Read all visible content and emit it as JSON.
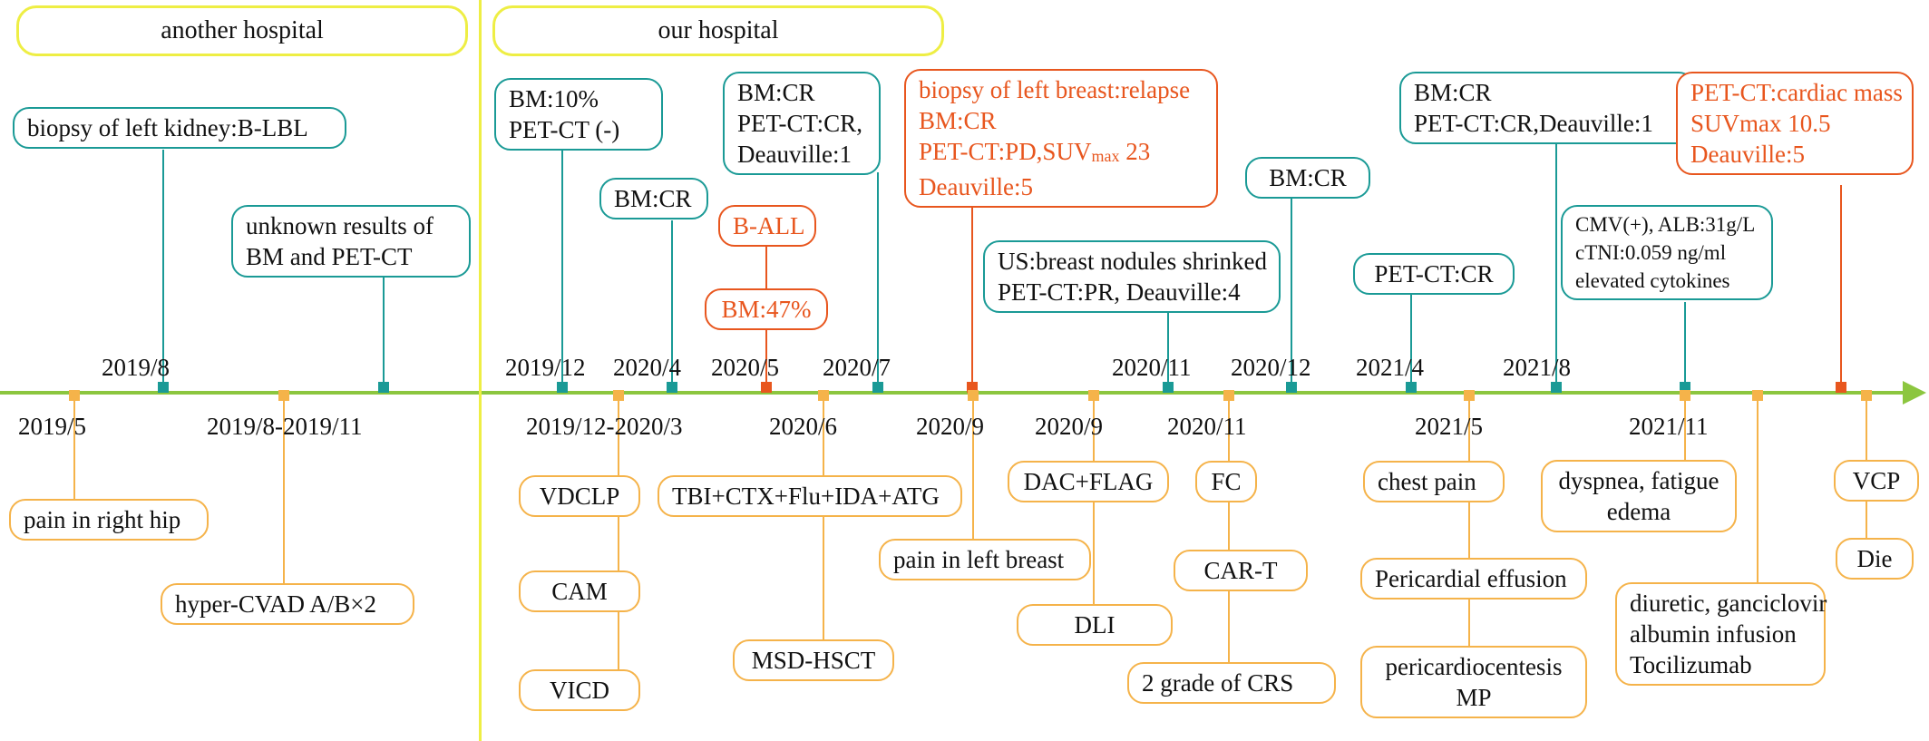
{
  "headers": {
    "another": "another hospital",
    "ours": "our hospital"
  },
  "colors": {
    "axis": "#8cc63f",
    "teal": "#1a9a96",
    "red": "#e8561e",
    "amber": "#f5b34a",
    "header": "#eeee44"
  },
  "top_dates": {
    "d1": "2019/8",
    "d2": "2019/12",
    "d3": "2020/4",
    "d4": "2020/5",
    "d5": "2020/7",
    "d6": "2020/11",
    "d7": "2020/12",
    "d8": "2021/4",
    "d9": "2021/8"
  },
  "bottom_dates": {
    "d1": "2019/5",
    "d2": "2019/8-2019/11",
    "d3": "2019/12-2020/3",
    "d4": "2020/6",
    "d5": "2020/9",
    "d6": "2020/9",
    "d7": "2020/11",
    "d8": "2021/5",
    "d9": "2021/11"
  },
  "top_events": {
    "biopsy_kidney": "biopsy of left kidney:B-LBL",
    "unknown_1": "unknown results of",
    "unknown_2": "BM and PET-CT",
    "bm10_1": "BM:10%",
    "bm10_2": "PET-CT (-)",
    "bmcr_a": "BM:CR",
    "ball": "B-ALL",
    "bm47": "BM:47%",
    "cr_1": "BM:CR",
    "cr_2": "PET-CT:CR,",
    "cr_3": "Deauville:1",
    "relapse_1": "biopsy of left breast:relapse",
    "relapse_2": "BM:CR",
    "relapse_3a": "PET-CT:PD,SUV",
    "relapse_3sub": "max",
    "relapse_3b": " 23",
    "relapse_4": "Deauville:5",
    "us_1": "US:breast nodules shrinked",
    "us_2": "PET-CT:PR, Deauville:4",
    "bmcr_b": "BM:CR",
    "petcr": "PET-CT:CR",
    "cr8_1": "BM:CR",
    "cr8_2": "PET-CT:CR,Deauville:1",
    "cmv_1": "CMV(+), ALB:31g/L",
    "cmv_2": "cTNI:0.059 ng/ml",
    "cmv_3": "elevated cytokines",
    "cardiac_1": "PET-CT:cardiac mass",
    "cardiac_2": "SUVmax 10.5",
    "cardiac_3": "Deauville:5"
  },
  "bottom_events": {
    "hip": "pain in right hip",
    "hypercvad": "hyper-CVAD A/B×2",
    "vdclp": "VDCLP",
    "cam": "CAM",
    "vicd": "VICD",
    "tbi": "TBI+CTX+Flu+IDA+ATG",
    "hsct": "MSD-HSCT",
    "breast_pain": "pain in left breast",
    "dac": "DAC+FLAG",
    "dli": "DLI",
    "fc": "FC",
    "cart": "CAR-T",
    "crs": "2 grade of CRS",
    "chest": "chest pain",
    "pericardial": "Pericardial effusion",
    "pericardio_1": "pericardiocentesis",
    "pericardio_2": "MP",
    "dyspnea_1": "dyspnea, fatigue",
    "dyspnea_2": "edema",
    "diuretic_1": "diuretic, ganciclovir",
    "diuretic_2": "albumin infusion",
    "diuretic_3": "Tocilizumab",
    "vcp": "VCP",
    "die": "Die"
  }
}
